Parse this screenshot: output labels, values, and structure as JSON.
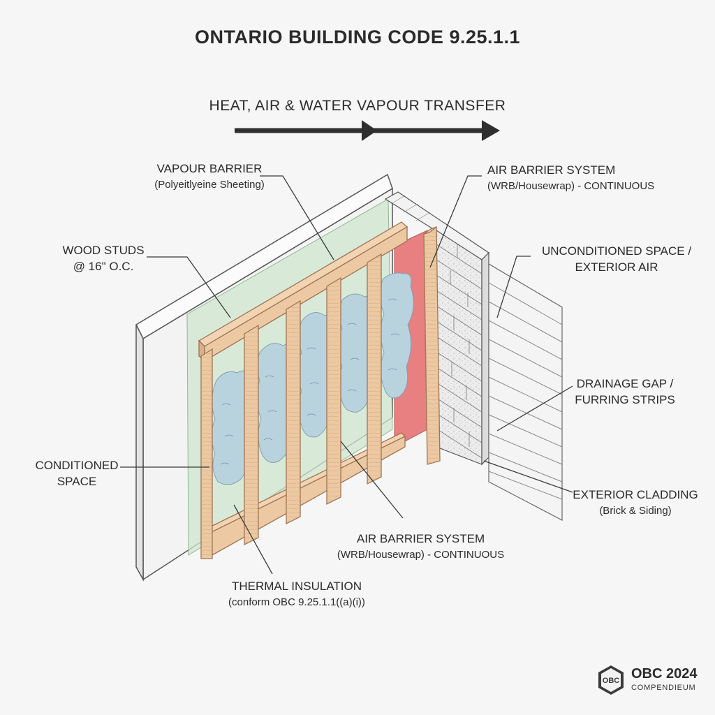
{
  "title": "ONTARIO BUILDING CODE 9.25.1.1",
  "flow_label": "HEAT, AIR & WATER VAPOUR TRANSFER",
  "labels": {
    "vapour_barrier": {
      "main": "VAPOUR BARRIER",
      "sub": "(Polyeitlyeine Sheeting)"
    },
    "air_barrier_top": {
      "main": "AIR BARRIER SYSTEM",
      "sub": "(WRB/Housewrap) - CONTINUOUS"
    },
    "wood_studs": {
      "line1": "WOOD STUDS",
      "line2": "@ 16\" O.C."
    },
    "unconditioned": {
      "line1": "UNCONDITIONED SPACE /",
      "line2": "EXTERIOR AIR"
    },
    "drainage": {
      "line1": "DRAINAGE GAP /",
      "line2": "FURRING STRIPS"
    },
    "conditioned": {
      "line1": "CONDITIONED",
      "line2": "SPACE"
    },
    "cladding": {
      "main": "EXTERIOR CLADDING",
      "sub": "(Brick & Siding)"
    },
    "air_barrier_bottom": {
      "main": "AIR BARRIER SYSTEM",
      "sub": "(WRB/Housewrap) - CONTINUOUS"
    },
    "insulation": {
      "main": "THERMAL INSULATION",
      "sub": "(conform OBC 9.25.1.1((a)(i))"
    }
  },
  "badge": {
    "logo_text": "OBC",
    "title": "OBC 2024",
    "subtitle": "COMPENDIEUM"
  },
  "colors": {
    "insulation": "#b9d3de",
    "air_barrier": "#e87f80",
    "vapour_barrier": "#cfe5cf",
    "wood": "#ecc9a3",
    "brick": "#ececec"
  }
}
